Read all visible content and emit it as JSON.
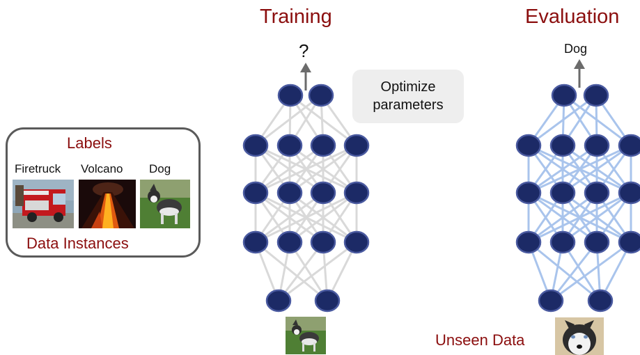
{
  "training": {
    "title": "Training",
    "output_label": "?",
    "optimize_text_line1": "Optimize",
    "optimize_text_line2": "parameters"
  },
  "evaluation": {
    "title": "Evaluation",
    "output_label": "Dog",
    "unseen_label": "Unseen Data"
  },
  "data_box": {
    "labels_title": "Labels",
    "instances_title": "Data Instances",
    "items": [
      {
        "label": "Firetruck",
        "image": "firetruck-photo"
      },
      {
        "label": "Volcano",
        "image": "volcano-photo"
      },
      {
        "label": "Dog",
        "image": "husky-photo"
      }
    ]
  },
  "colors": {
    "node_fill": "#1c2a66",
    "node_stroke": "#4a5aa0",
    "training_edges": "#d9d9d9",
    "evaluation_edges": "#a9c4ec",
    "accent_red": "#8b0e0e",
    "arrow": "#6b6b6b"
  },
  "network": {
    "layer_sizes": [
      2,
      4,
      4,
      4,
      2
    ]
  }
}
